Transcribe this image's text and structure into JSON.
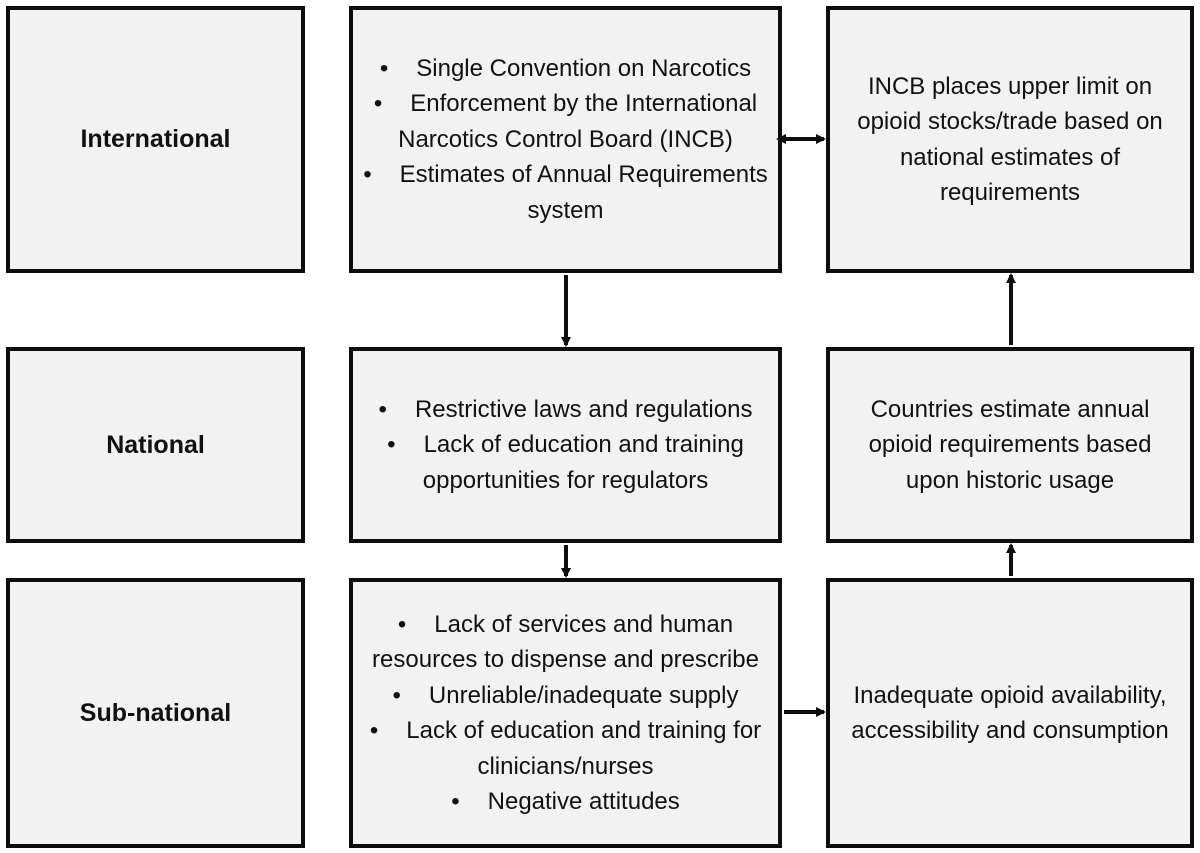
{
  "levels": {
    "international": "International",
    "national": "National",
    "subnational": "Sub-national"
  },
  "boxes": {
    "international_factors": [
      "Single Convention on Narcotics",
      "Enforcement by the International Narcotics Control Board (INCB)",
      "Estimates of Annual Requirements system"
    ],
    "national_factors": [
      "Restrictive laws and regulations",
      "Lack of education and training opportunities for regulators"
    ],
    "subnational_factors": [
      "Lack of services and human resources to dispense and prescribe",
      "Unreliable/inadequate supply",
      "Lack of education and training for clinicians/nurses",
      "Negative attitudes"
    ],
    "incb_limit": "INCB places upper limit on opioid stocks/trade based on national estimates of requirements",
    "country_estimates": "Countries estimate annual opioid requirements based upon historic usage",
    "inadequate_availability": "Inadequate opioid availability, accessibility and consumption"
  },
  "colors": {
    "box_fill": "#f2f2f2",
    "border": "#0d0d0d"
  }
}
